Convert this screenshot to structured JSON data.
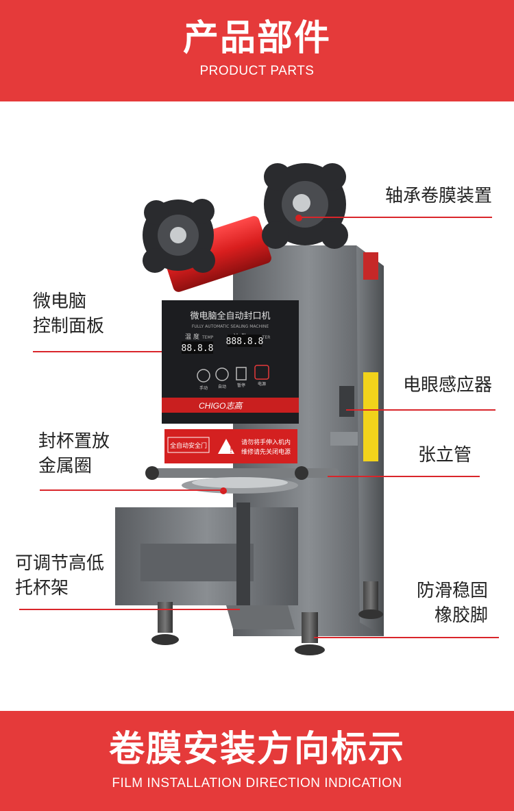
{
  "header": {
    "title_cn": "产品部件",
    "title_en": "PRODUCT PARTS"
  },
  "panel": {
    "title": "微电脑全自动封口机",
    "subtitle": "FULLY AUTOMATIC SEALING MACHINE",
    "temp_label": "温 度",
    "temp_label_en": "TEMP",
    "temp_display": "88.8.8",
    "count_label": "计 数",
    "count_label_en": "COUNTER",
    "count_display": "888.8.8",
    "btn_auto": "自动",
    "btn_pause": "暂停",
    "btn_power": "电源",
    "btn_manual": "手动",
    "brand": "CHIGO志高",
    "notice": "请勿将手伸入机内",
    "notice2": "维修请先关闭电源",
    "door": "全自动安全门"
  },
  "labels": {
    "film_roller": "轴承卷膜装置",
    "control_panel_1": "微电脑",
    "control_panel_2": "控制面板",
    "photo_sensor": "电眼感应器",
    "tension_tube": "张立管",
    "cup_ring_1": "封杯置放",
    "cup_ring_2": "金属圈",
    "cup_holder_1": "可调节高低",
    "cup_holder_2": "托杯架",
    "feet_1": "防滑稳固",
    "feet_2": "橡胶脚"
  },
  "footer": {
    "title_cn": "卷膜安装方向标示",
    "title_en": "FILM INSTALLATION DIRECTION INDICATION"
  },
  "colors": {
    "banner": "#e53a3a",
    "leader": "#d9252a",
    "body_metal": "#6f7377",
    "panel_dark": "#1c1d20",
    "film_red": "#d91e1e"
  }
}
